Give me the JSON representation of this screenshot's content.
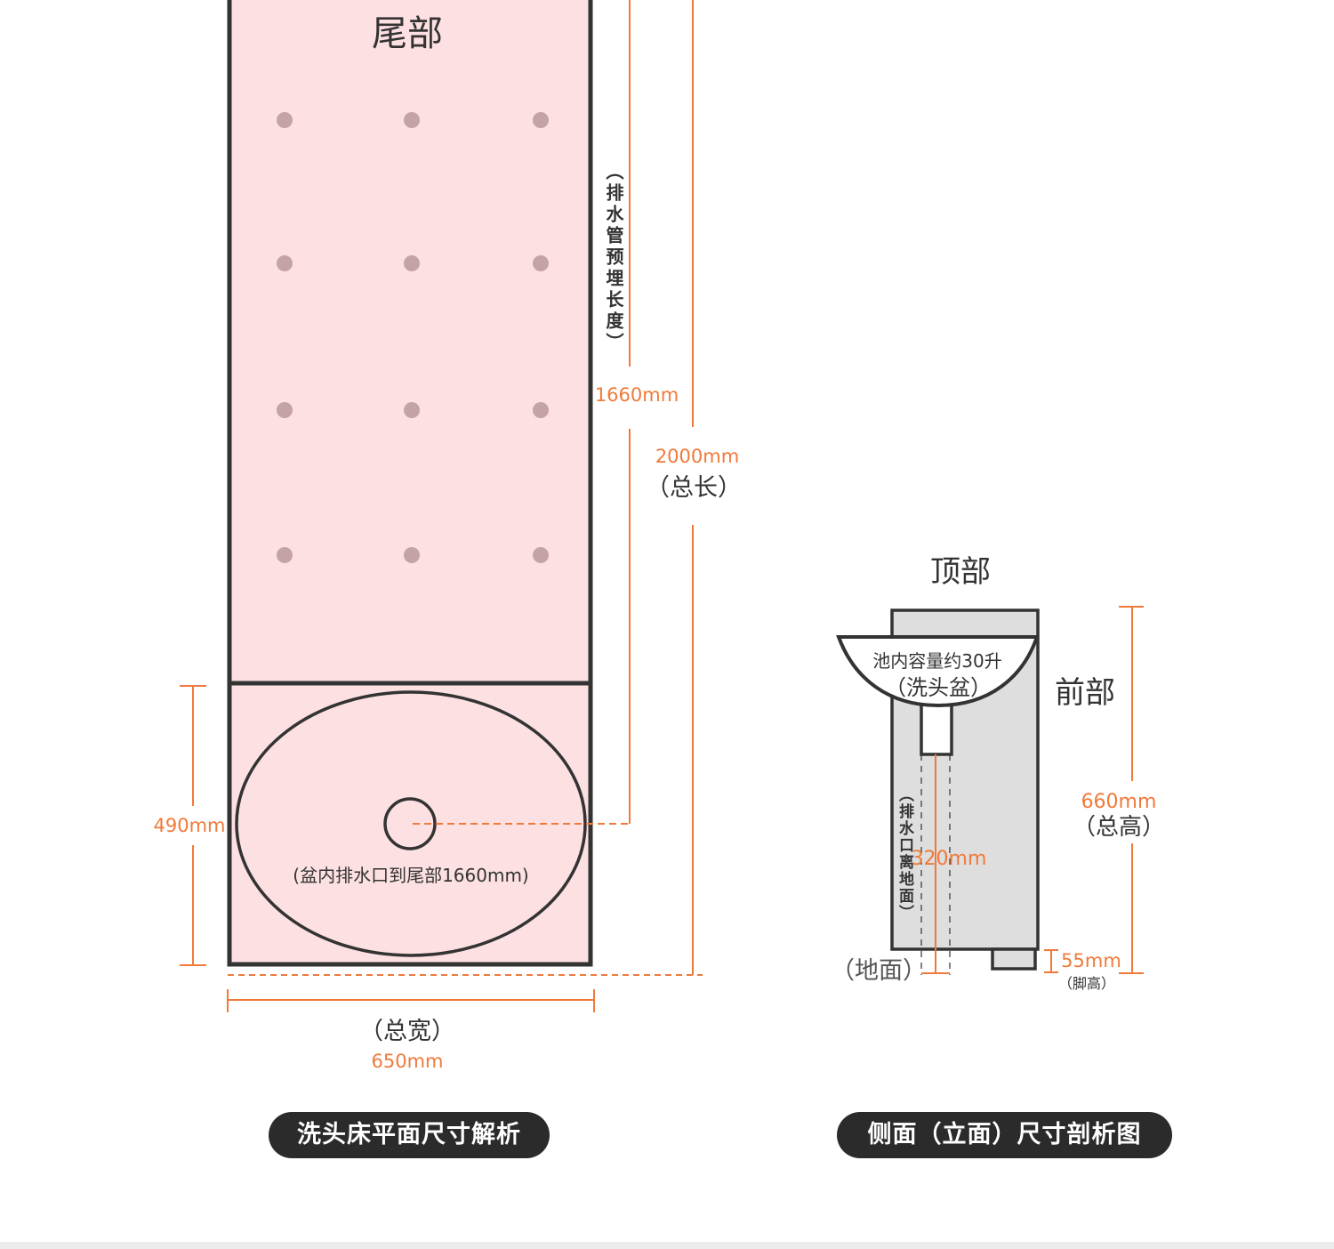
{
  "colors": {
    "bed_fill": "#fde0e2",
    "outline": "#333333",
    "dimension": "#f07a3a",
    "dot": "#c4a3a6",
    "side_body": "#dedede",
    "caption_bg": "#2b2b2b"
  },
  "plan_view": {
    "tail_label": "尾部",
    "drain_pipe_label": "（排水管预埋长度）",
    "drain_pipe_length": "1660mm",
    "total_length": "2000mm",
    "total_length_label": "（总长）",
    "basin_width": "490mm",
    "basin_drain_note": "(盆内排水口到尾部1660mm)",
    "total_width_label": "（总宽）",
    "total_width": "650mm",
    "caption": "洗头床平面尺寸解析"
  },
  "side_view": {
    "top_label": "顶部",
    "front_label": "前部",
    "basin_capacity": "池内容量约30升",
    "basin_label": "（洗头盆）",
    "drain_height_label": "（排水口离地面）",
    "drain_height": "320mm",
    "total_height": "660mm",
    "total_height_label": "（总高）",
    "ground_label": "（地面）",
    "foot_height": "55mm",
    "foot_label": "（脚高）",
    "caption": "侧面（立面）尺寸剖析图"
  }
}
